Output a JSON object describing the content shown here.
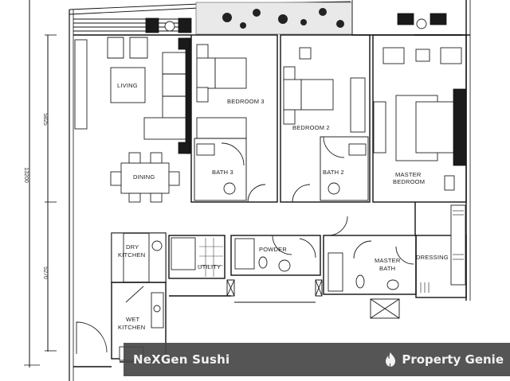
{
  "floorplan": {
    "rooms": [
      {
        "id": "living",
        "label": "LIVING"
      },
      {
        "id": "dining",
        "label": "DINING"
      },
      {
        "id": "bedroom3",
        "label": "BEDROOM 3"
      },
      {
        "id": "bedroom2",
        "label": "BEDROOM 2"
      },
      {
        "id": "bath3",
        "label": "BATH 3"
      },
      {
        "id": "bath2",
        "label": "BATH 2"
      },
      {
        "id": "master_bedroom",
        "label_line1": "MASTER",
        "label_line2": "BEDROOM"
      },
      {
        "id": "dry_kitchen",
        "label_line1": "DRY",
        "label_line2": "KITCHEN"
      },
      {
        "id": "wet_kitchen",
        "label_line1": "WET",
        "label_line2": "KITCHEN"
      },
      {
        "id": "utility",
        "label": "UTILITY"
      },
      {
        "id": "powder",
        "label": "POWDER"
      },
      {
        "id": "master_bath",
        "label_line1": "MASTER",
        "label_line2": "BATH"
      },
      {
        "id": "dressing",
        "label": "DRESSING"
      }
    ],
    "dimensions": {
      "overall": "13200",
      "upper": "5825",
      "lower": "5270"
    }
  },
  "watermark": {
    "left_text": "NeXGen Sushi",
    "brand_text": "Property Genie",
    "brand_icon": "flame-icon",
    "bar_color": "#464646",
    "text_color": "#f2f2f2"
  }
}
